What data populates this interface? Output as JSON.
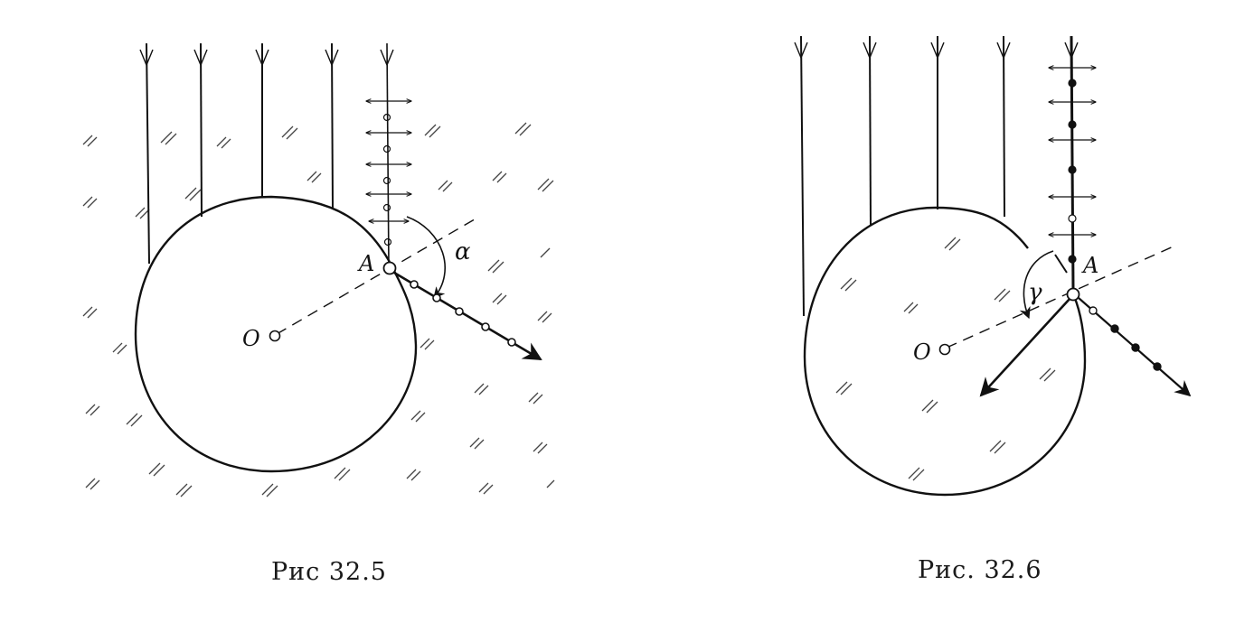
{
  "figures": [
    {
      "caption": "Рис 32.5",
      "labels": {
        "point": "A",
        "center": "O",
        "angle": "α"
      }
    },
    {
      "caption": "Рис. 32.6",
      "labels": {
        "point": "A",
        "center": "O",
        "angle": "γ"
      }
    }
  ],
  "colors": {
    "ink": "#111111",
    "hatch": "#444444",
    "background": "#ffffff"
  }
}
